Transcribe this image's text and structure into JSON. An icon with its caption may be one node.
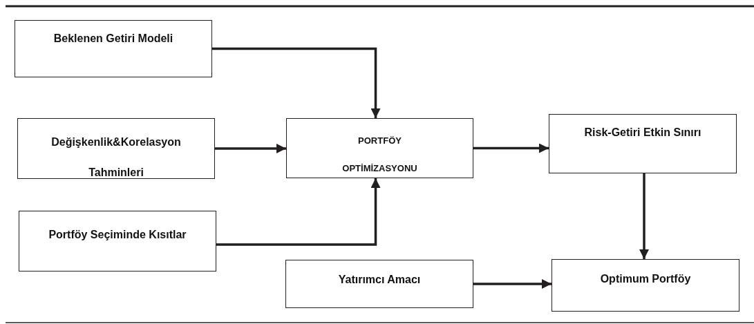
{
  "diagram": {
    "nodes": [
      {
        "text": [
          "Beklenen Getiri Modeli"
        ]
      },
      {
        "text": [
          "Değişkenlik&Korelasyon Tahminleri"
        ]
      },
      {
        "text": [
          "Portföy Seçiminde Kısıtlar"
        ]
      },
      {
        "text": [
          "PORTFÖY OPTİMİZASYONU"
        ]
      },
      {
        "text": [
          "Risk-Getiri Etkin Sınırı"
        ]
      },
      {
        "text": [
          "Yatırımcı Amacı"
        ]
      },
      {
        "text": [
          "Optimum Portföy"
        ]
      }
    ],
    "edges": [
      {
        "from": 0,
        "to": 3,
        "arrow": "to"
      },
      {
        "from": 1,
        "to": 3,
        "arrow": "to"
      },
      {
        "from": 2,
        "to": 3,
        "arrow": "to"
      },
      {
        "from": 3,
        "to": 4,
        "arrow": "to"
      },
      {
        "from": 4,
        "to": 6,
        "arrow": "to"
      },
      {
        "from": 5,
        "to": 6,
        "arrow": "to"
      }
    ]
  }
}
